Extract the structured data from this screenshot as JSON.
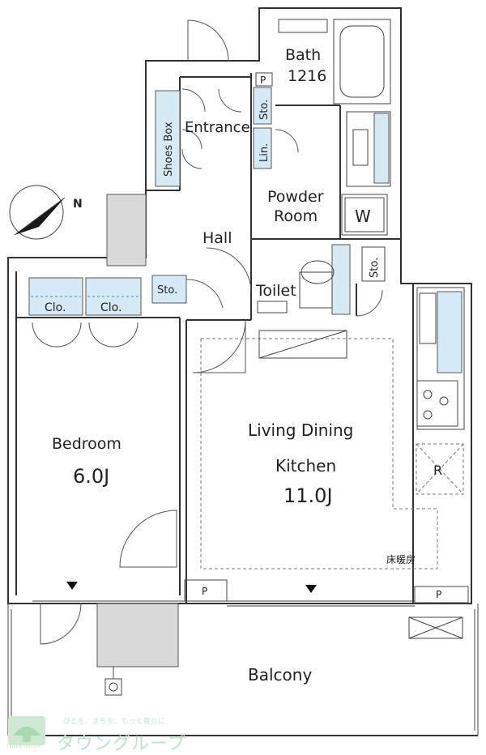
{
  "rooms": {
    "bath": "Bath",
    "bath_size": "1216",
    "entrance": "Entrance",
    "shoes_box": "Shoes Box",
    "powder_room_line1": "Powder",
    "powder_room_line2": "Room",
    "washer": "W",
    "hall": "Hall",
    "toilet": "Toilet",
    "storage": "Sto.",
    "linen": "Lin.",
    "pipe_space": "P",
    "closet": "Clo.",
    "bedroom": "Bedroom",
    "bedroom_size": "6.0J",
    "ldk_line1": "Living Dining",
    "ldk_line2": "Kitchen",
    "ldk_size": "11.0J",
    "refrigerator": "R",
    "floor_heating": "床暖房",
    "balcony": "Balcony"
  },
  "compass": {
    "north": "N"
  },
  "brand": {
    "tagline": "ひとを、まちを、もっと豊かに",
    "name": "タウングループ",
    "small": "TOWN GROUP"
  },
  "colors": {
    "fixture_blue": "#d6eaf5",
    "grey_fill": "#d9d9d9",
    "wall": "#333333"
  }
}
